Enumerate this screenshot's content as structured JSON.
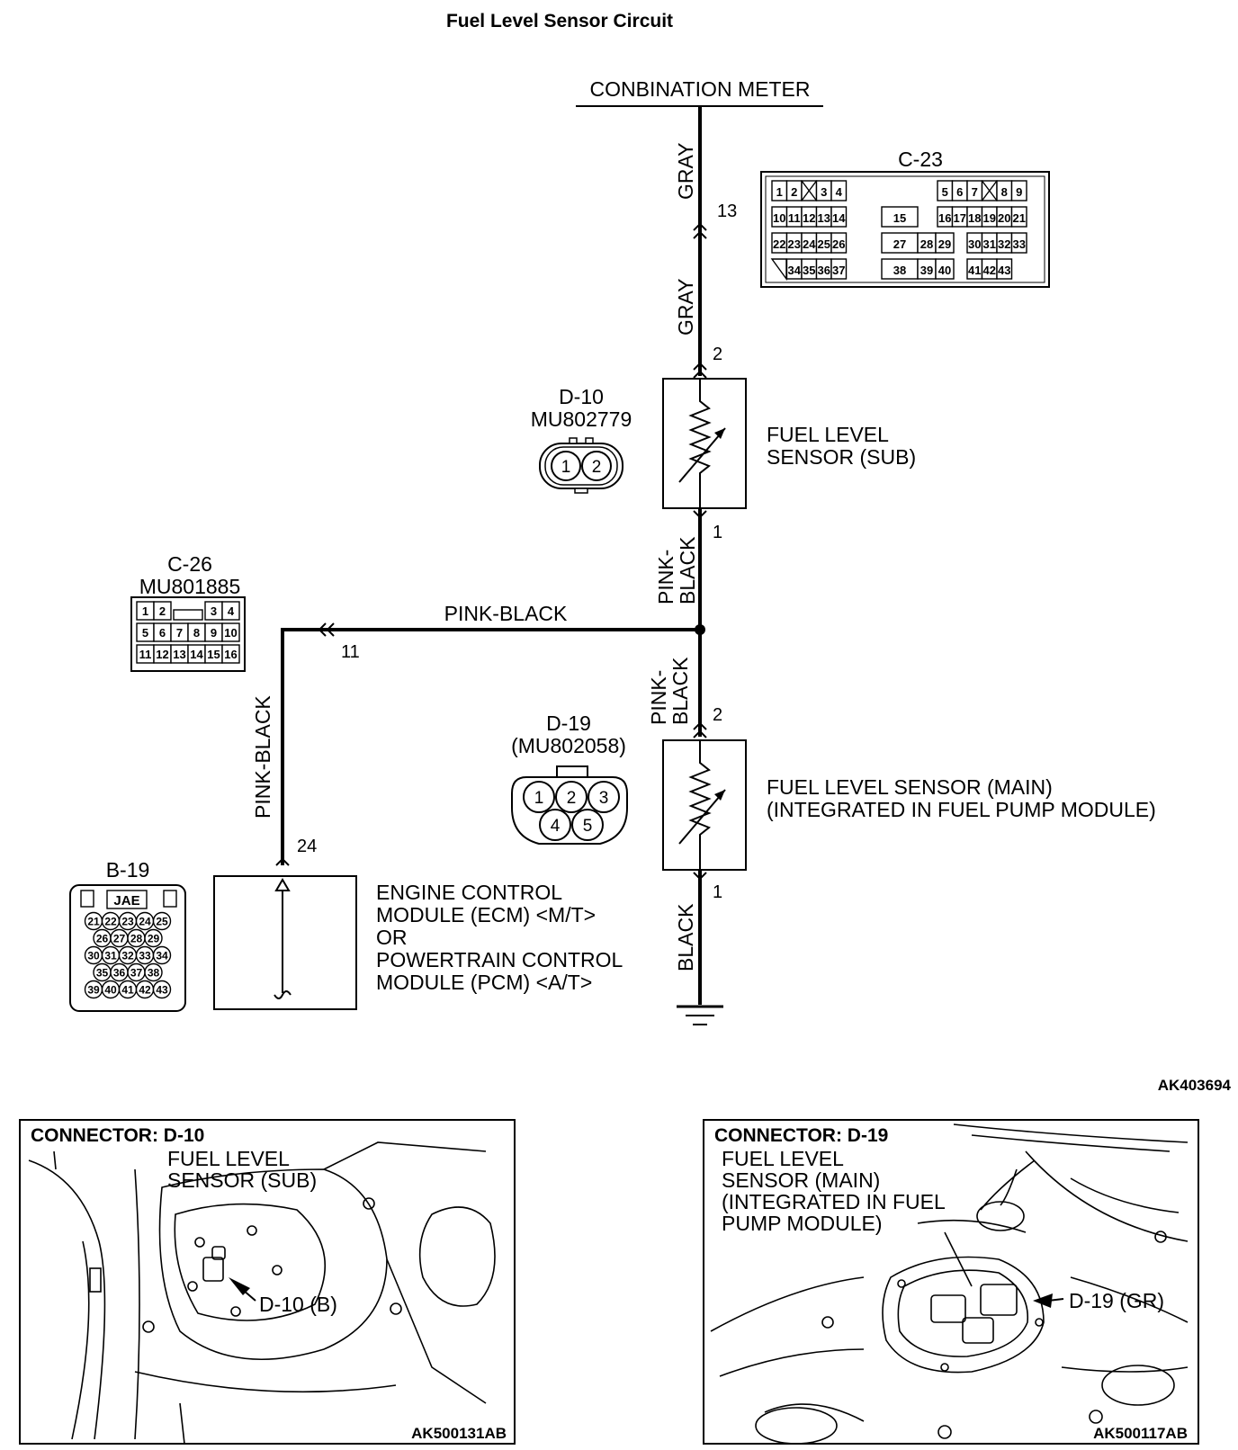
{
  "title": "Fuel Level Sensor Circuit",
  "combination_meter": "CONBINATION METER",
  "wires": {
    "gray_top": "GRAY",
    "gray_mid": "GRAY",
    "pink_black_vert": "PINK-\nBLACK",
    "pink_black_horiz": "PINK-BLACK",
    "pink_black_lower": "PINK-\nBLACK",
    "pink_black_left": "PINK-BLACK",
    "black": "BLACK"
  },
  "pins": {
    "p13": "13",
    "p2_sub": "2",
    "p1_sub": "1",
    "p11": "11",
    "p2_main": "2",
    "p1_main": "1",
    "p24": "24"
  },
  "components": {
    "sensor_sub": [
      "FUEL LEVEL",
      "SENSOR (SUB)"
    ],
    "sensor_main": [
      "FUEL LEVEL SENSOR (MAIN)",
      "(INTEGRATED IN FUEL PUMP MODULE)"
    ],
    "ecm": [
      "ENGINE CONTROL",
      "MODULE (ECM) <M/T>",
      "OR",
      "POWERTRAIN CONTROL",
      "MODULE (PCM) <A/T>"
    ]
  },
  "connectors": {
    "c23": {
      "name": "C-23",
      "rows": [
        [
          "1",
          "2",
          "X",
          "3",
          "4",
          "",
          "",
          "5",
          "6",
          "7",
          "X",
          "8",
          "9"
        ],
        [
          "10",
          "11",
          "12",
          "13",
          "14",
          "",
          "15",
          "16",
          "17",
          "18",
          "19",
          "20",
          "21"
        ],
        [
          "22",
          "23",
          "24",
          "25",
          "26",
          "27",
          "28",
          "29",
          "30",
          "31",
          "32",
          "33"
        ],
        [
          "34",
          "35",
          "36",
          "37",
          "38",
          "39",
          "40",
          "41",
          "42",
          "43"
        ]
      ]
    },
    "d10": {
      "name": "D-10",
      "part": "MU802779",
      "pins": [
        "1",
        "2"
      ]
    },
    "c26": {
      "name": "C-26",
      "part": "MU801885",
      "rows": [
        [
          "1",
          "2",
          "",
          "3",
          "4"
        ],
        [
          "5",
          "6",
          "7",
          "8",
          "9",
          "10"
        ],
        [
          "11",
          "12",
          "13",
          "14",
          "15",
          "16"
        ]
      ]
    },
    "d19": {
      "name": "D-19",
      "part": "(MU802058)",
      "pins": [
        "1",
        "2",
        "3",
        "4",
        "5"
      ]
    },
    "b19": {
      "name": "B-19",
      "brand": "JAE",
      "rows": [
        [
          "21",
          "22",
          "23",
          "24",
          "25"
        ],
        [
          "26",
          "27",
          "28",
          "29"
        ],
        [
          "30",
          "31",
          "32",
          "33",
          "34"
        ],
        [
          "35",
          "36",
          "37",
          "38"
        ],
        [
          "39",
          "40",
          "41",
          "42",
          "43"
        ]
      ]
    }
  },
  "figure_code": "AK403694",
  "panels": [
    {
      "header": "CONNECTOR: D-10",
      "labels": [
        "FUEL LEVEL",
        "SENSOR (SUB)"
      ],
      "callout": "D-10 (B)",
      "code": "AK500131AB"
    },
    {
      "header": "CONNECTOR: D-19",
      "labels": [
        "FUEL LEVEL",
        "SENSOR (MAIN)",
        "(INTEGRATED IN FUEL",
        "PUMP MODULE)"
      ],
      "callout": "D-19 (GR)",
      "code": "AK500117AB"
    }
  ]
}
